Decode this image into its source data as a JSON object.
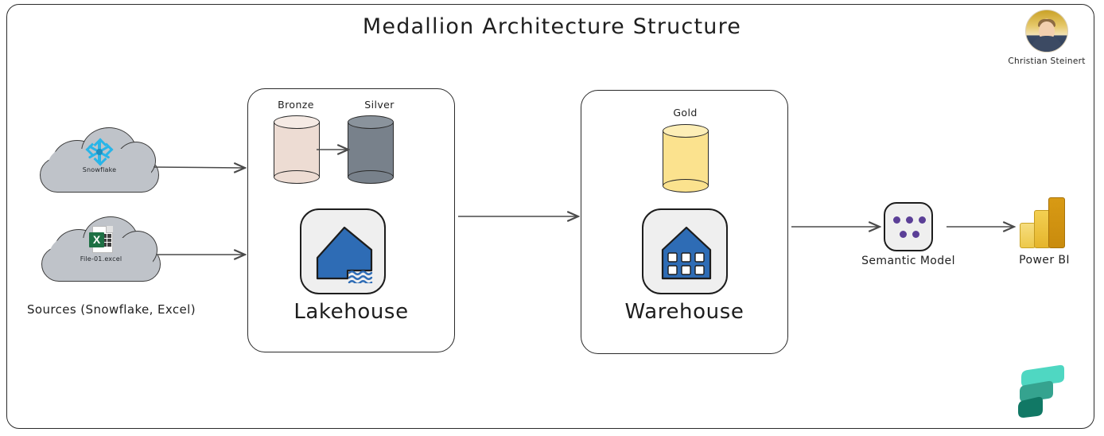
{
  "diagram": {
    "title": "Medallion Architecture Structure",
    "author": {
      "name": "Christian Steinert",
      "avatar_icon": "user-avatar-photo"
    },
    "brand_logo": {
      "name": "microsoft-fabric-logo",
      "color": "#2bbfa5"
    }
  },
  "sources": {
    "caption": "Sources (Snowflake, Excel)",
    "items": [
      {
        "label": "Snowflake",
        "icon": "snowflake-icon",
        "icon_color": "#29b5e8",
        "cloud_color": "#bfc3c9"
      },
      {
        "label": "File-01.excel",
        "icon": "excel-file-icon",
        "icon_color": "#1d7044",
        "cloud_color": "#bfc3c9"
      }
    ]
  },
  "lakehouse": {
    "caption": "Lakehouse",
    "icon": "lakehouse-icon",
    "icon_color": "#2e6cb5",
    "layers": [
      {
        "label": "Bronze",
        "color": "#eddcd3"
      },
      {
        "label": "Silver",
        "color": "#78818b"
      }
    ]
  },
  "warehouse": {
    "caption": "Warehouse",
    "icon": "warehouse-icon",
    "icon_color": "#2e6cb5",
    "layers": [
      {
        "label": "Gold",
        "color": "#fbe28e"
      }
    ]
  },
  "semantic_model": {
    "label": "Semantic Model",
    "icon": "semantic-model-icon",
    "dot_color": "#5b3f97"
  },
  "power_bi": {
    "label": "Power BI",
    "icon": "power-bi-icon",
    "colors": [
      "#f0d45a",
      "#e8bc33",
      "#cf9010"
    ]
  },
  "flow": {
    "arrow_color": "#4a4a4a",
    "edges": [
      {
        "from": "Snowflake",
        "to": "Lakehouse"
      },
      {
        "from": "File-01.excel",
        "to": "Lakehouse"
      },
      {
        "from": "Bronze",
        "to": "Silver"
      },
      {
        "from": "Lakehouse",
        "to": "Warehouse"
      },
      {
        "from": "Warehouse",
        "to": "Semantic Model"
      },
      {
        "from": "Semantic Model",
        "to": "Power BI"
      }
    ]
  }
}
